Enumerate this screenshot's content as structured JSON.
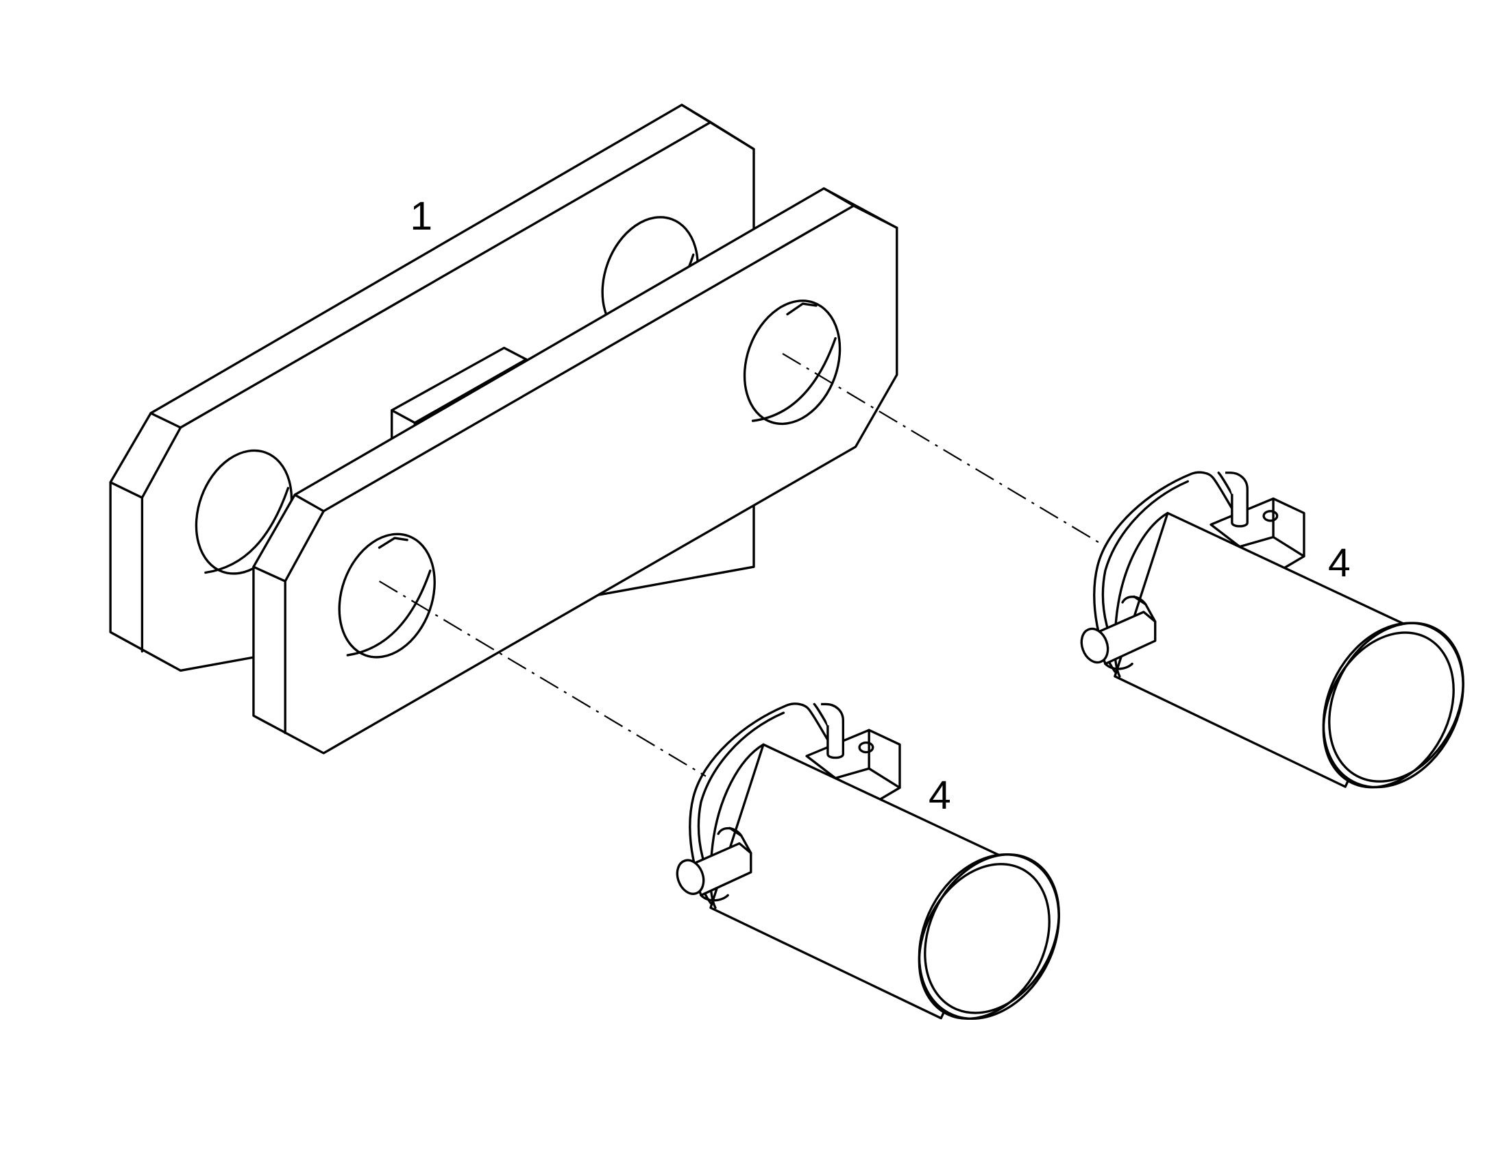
{
  "callouts": {
    "part_1": "1",
    "part_4_right": "4",
    "part_4_lower": "4"
  }
}
